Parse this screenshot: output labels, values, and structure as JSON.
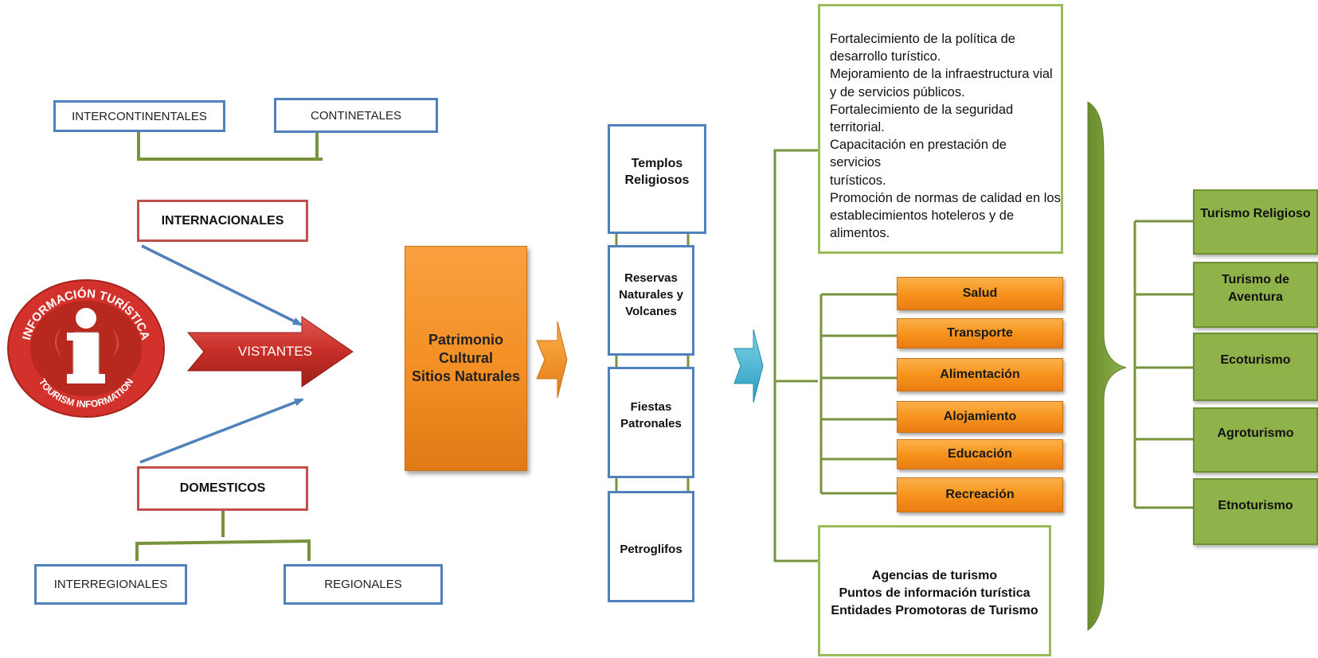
{
  "left": {
    "intercontinentales": "INTERCONTINENTALES",
    "continetales": "CONTINETALES",
    "internacionales": "INTERNACIONALES",
    "vistantes": "VISTANTES",
    "domesticos": "DOMESTICOS",
    "interregionales": "INTERREGIONALES",
    "regionales": "REGIONALES",
    "logo": {
      "top_text": "INFORMACIÓN TURÍSTICA",
      "bottom_text": "TOURISM INFORMATION",
      "letter": "i"
    }
  },
  "center": {
    "patrimonio": [
      "Patrimonio",
      "Cultural",
      "Sitios Naturales"
    ],
    "attractions": [
      [
        "Templos",
        "Religiosos"
      ],
      [
        "Reservas",
        "Naturales y",
        "Volcanes"
      ],
      [
        "Fiestas",
        "Patronales"
      ],
      [
        "Petroglifos"
      ]
    ]
  },
  "policies": [
    "Fortalecimiento de la política de",
    "desarrollo turístico.",
    "Mejoramiento de la infraestructura vial",
    "y de servicios públicos.",
    "Fortalecimiento  de la seguridad",
    "territorial.",
    "Capacitación en prestación de servicios",
    "turísticos.",
    "Promoción de normas de calidad en los",
    "establecimientos hoteleros y de",
    "alimentos."
  ],
  "services": [
    "Salud",
    "Transporte",
    "Alimentación",
    "Alojamiento",
    "Educación",
    "Recreación"
  ],
  "agencies": [
    "Agencias de turismo",
    "Puntos de información turística",
    "Entidades Promotoras de Turismo"
  ],
  "tourism_types": [
    [
      "Turismo Religioso"
    ],
    [
      "Turismo de",
      "Aventura"
    ],
    [
      "Ecoturismo"
    ],
    [
      "Agroturismo"
    ],
    [
      "Etnoturismo"
    ]
  ],
  "colors": {
    "blue": "#4f81bd",
    "red": "#c0504d",
    "green": "#77933c",
    "orange": "#f7941d",
    "cyan": "#4bacc6"
  }
}
